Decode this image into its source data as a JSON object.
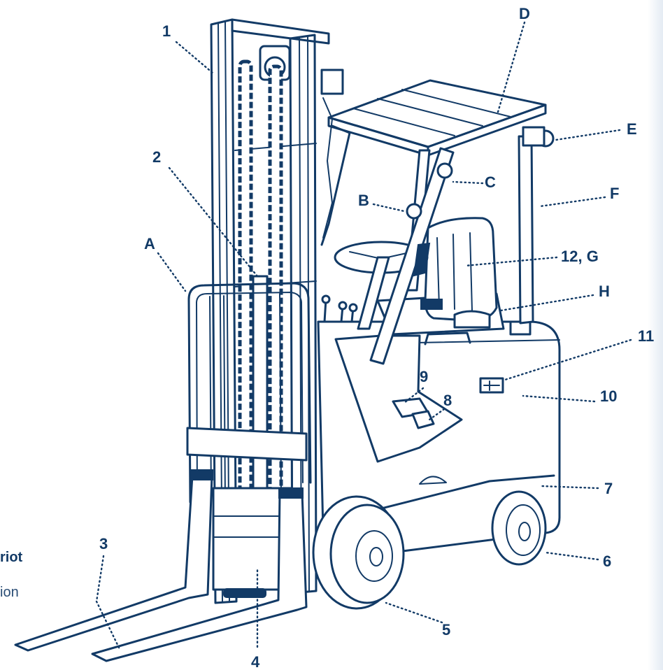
{
  "cut_text": {
    "bold_fragment": "riot",
    "regular_fragment": "ion"
  },
  "callouts": [
    {
      "id": "1",
      "label": "1"
    },
    {
      "id": "2",
      "label": "2"
    },
    {
      "id": "3",
      "label": "3"
    },
    {
      "id": "4",
      "label": "4"
    },
    {
      "id": "5",
      "label": "5"
    },
    {
      "id": "6",
      "label": "6"
    },
    {
      "id": "7",
      "label": "7"
    },
    {
      "id": "8",
      "label": "8"
    },
    {
      "id": "9",
      "label": "9"
    },
    {
      "id": "10",
      "label": "10"
    },
    {
      "id": "11",
      "label": "11"
    },
    {
      "id": "12G",
      "label": "12, G"
    },
    {
      "id": "A",
      "label": "A"
    },
    {
      "id": "B",
      "label": "B"
    },
    {
      "id": "C",
      "label": "C"
    },
    {
      "id": "D",
      "label": "D"
    },
    {
      "id": "E",
      "label": "E"
    },
    {
      "id": "F",
      "label": "F"
    },
    {
      "id": "H",
      "label": "H"
    }
  ],
  "colors": {
    "ink": "#123a66",
    "background": "#ffffff"
  }
}
